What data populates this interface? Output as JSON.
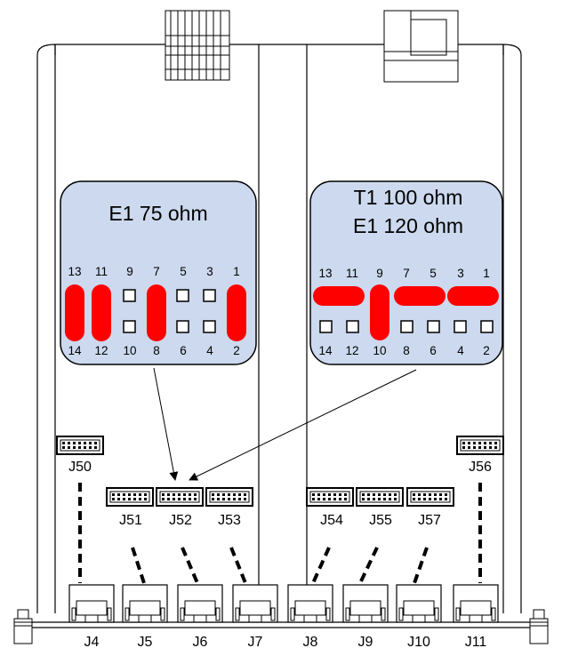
{
  "panels": {
    "left": {
      "title_lines": [
        "E1 75 ohm"
      ],
      "top_pins": [
        "13",
        "11",
        "9",
        "7",
        "5",
        "3",
        "1"
      ],
      "bottom_pins": [
        "14",
        "12",
        "10",
        "8",
        "6",
        "4",
        "2"
      ]
    },
    "right": {
      "title_lines": [
        "T1 100 ohm",
        "E1 120 ohm"
      ],
      "top_pins": [
        "13",
        "11",
        "9",
        "7",
        "5",
        "3",
        "1"
      ],
      "bottom_pins": [
        "14",
        "12",
        "10",
        "8",
        "6",
        "4",
        "2"
      ]
    }
  },
  "headers": [
    "J50",
    "J51",
    "J52",
    "J53",
    "J54",
    "J55",
    "J57",
    "J56"
  ],
  "ports": [
    "J4",
    "J5",
    "J6",
    "J7",
    "J8",
    "J9",
    "J10",
    "J11"
  ],
  "colors": {
    "panel_fill": "#ccd9ee",
    "jumper": "#ff0000",
    "outline": "#000000"
  }
}
